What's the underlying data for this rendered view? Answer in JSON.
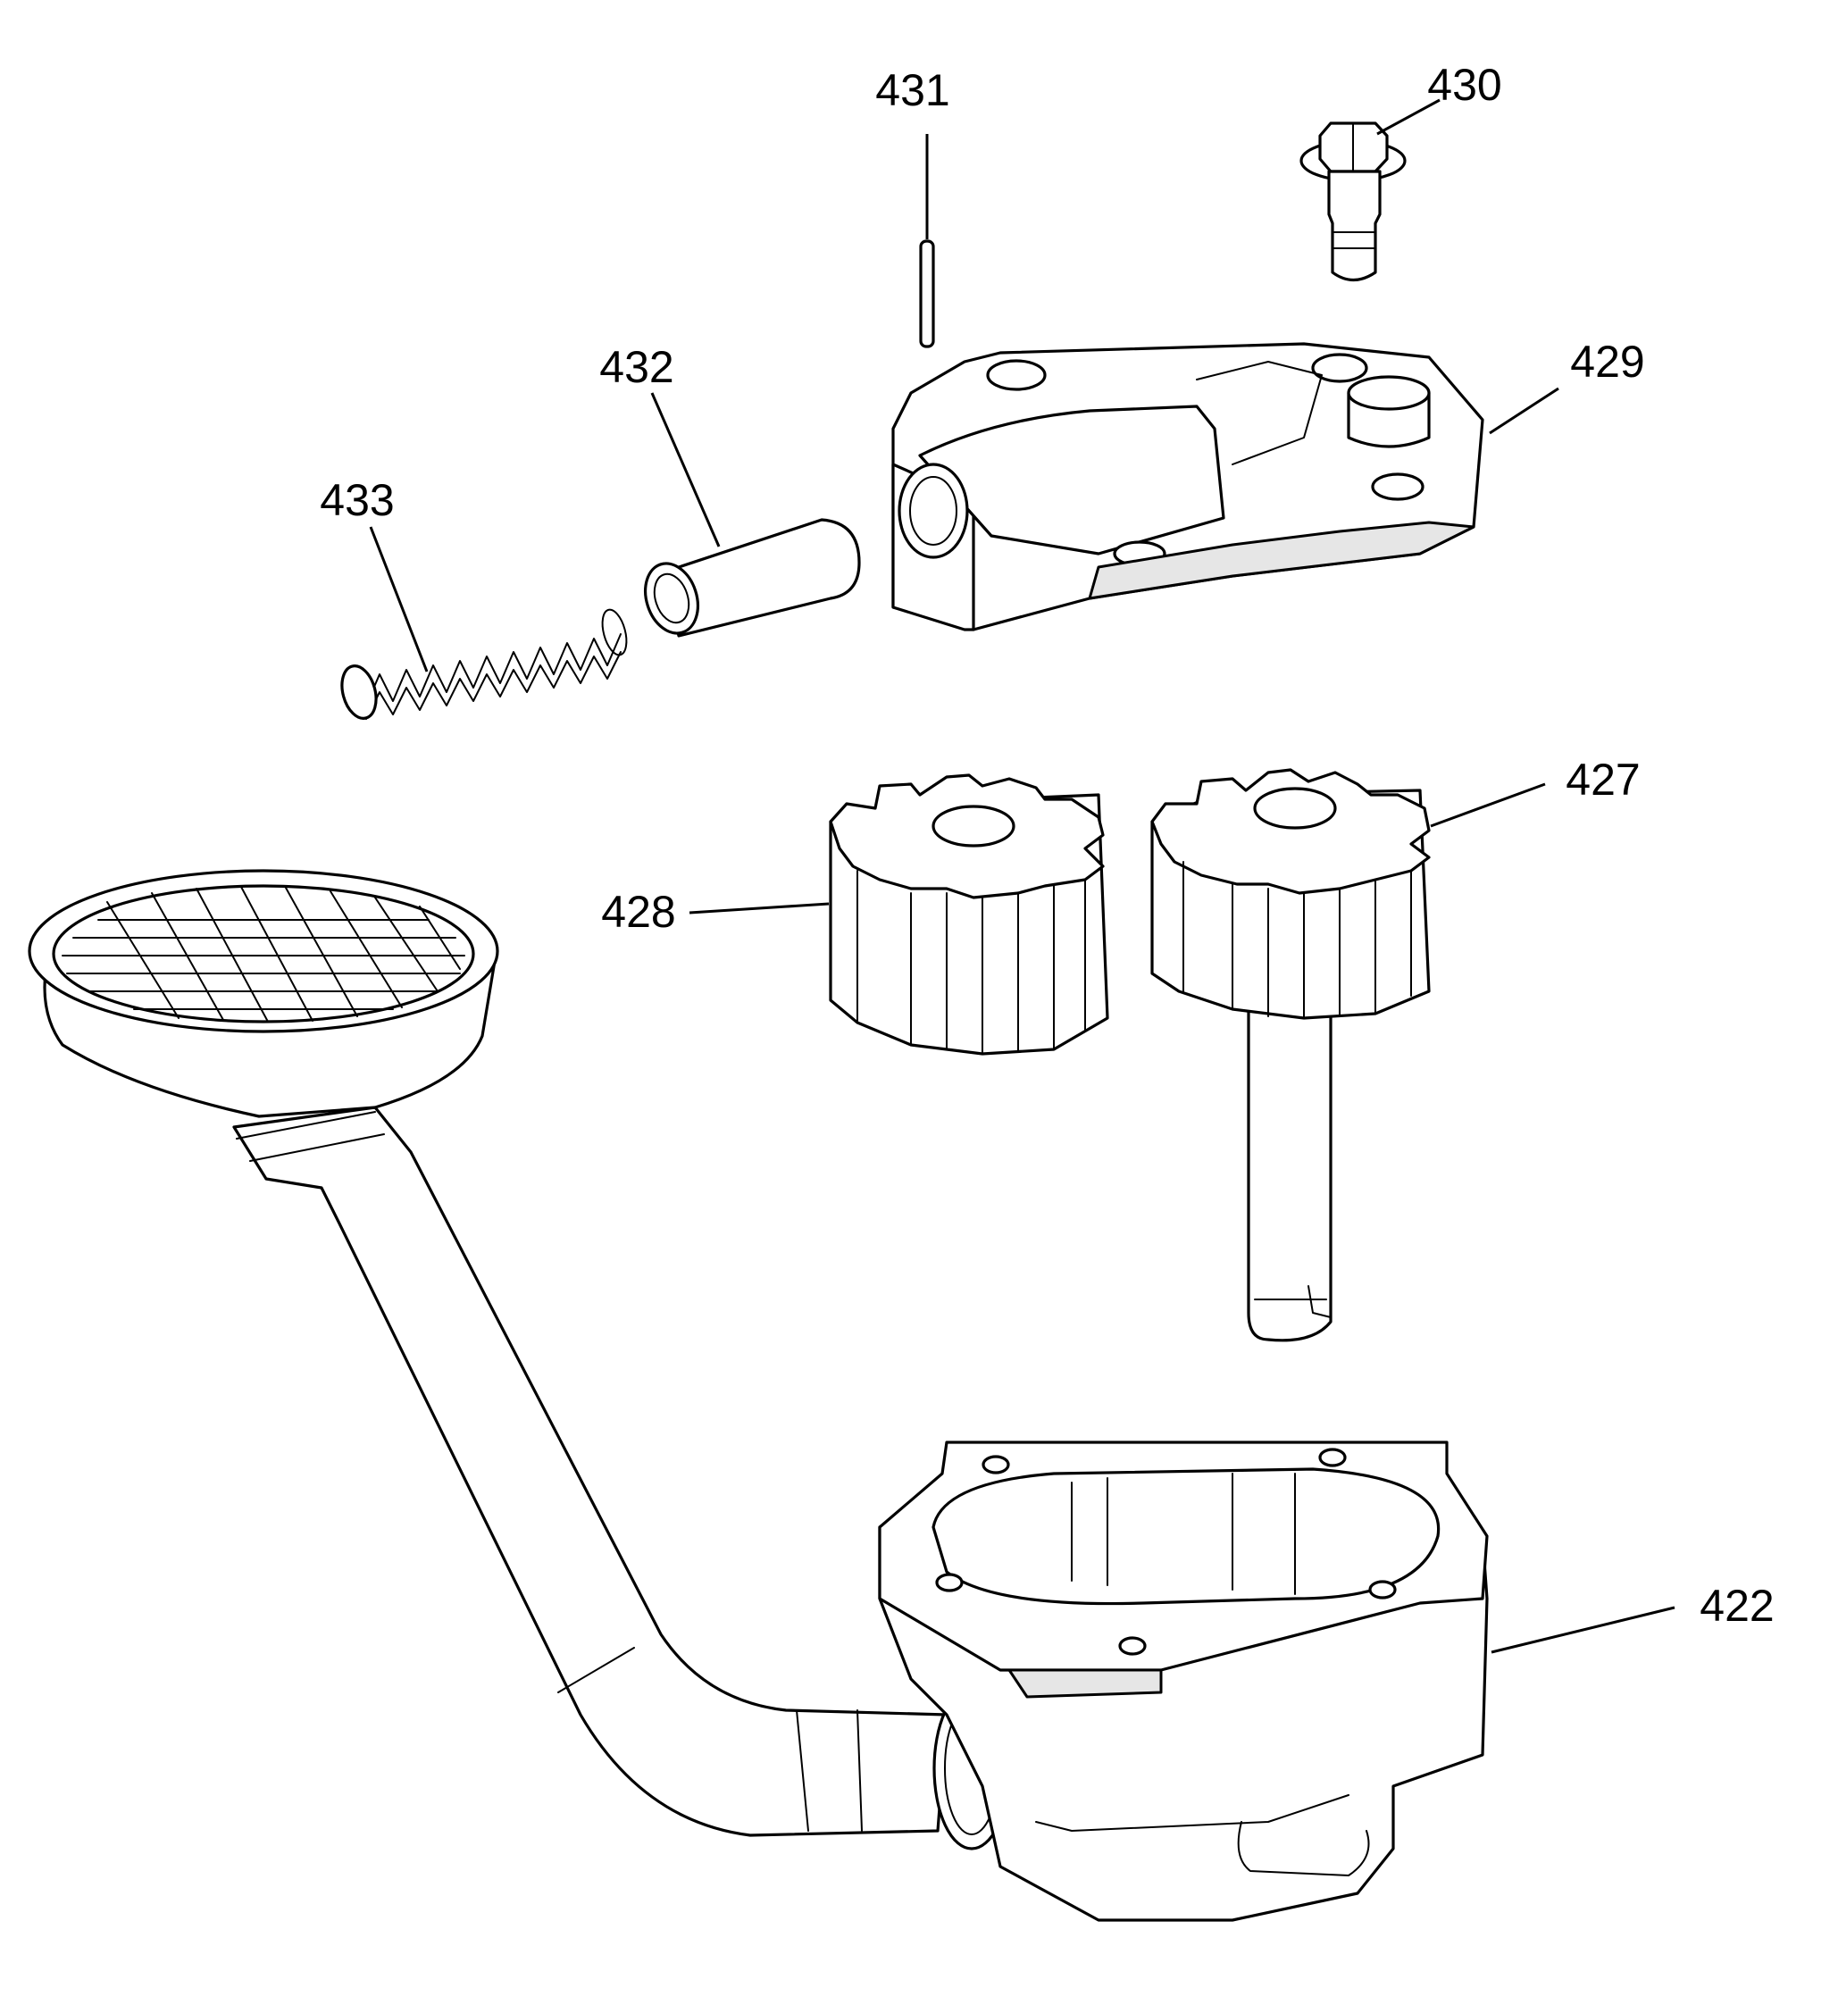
{
  "callouts": {
    "oil_pump_body": "422",
    "drive_gear": "427",
    "driven_gear": "428",
    "pump_cover": "429",
    "bolt": "430",
    "pin": "431",
    "valve": "432",
    "spring": "433"
  }
}
